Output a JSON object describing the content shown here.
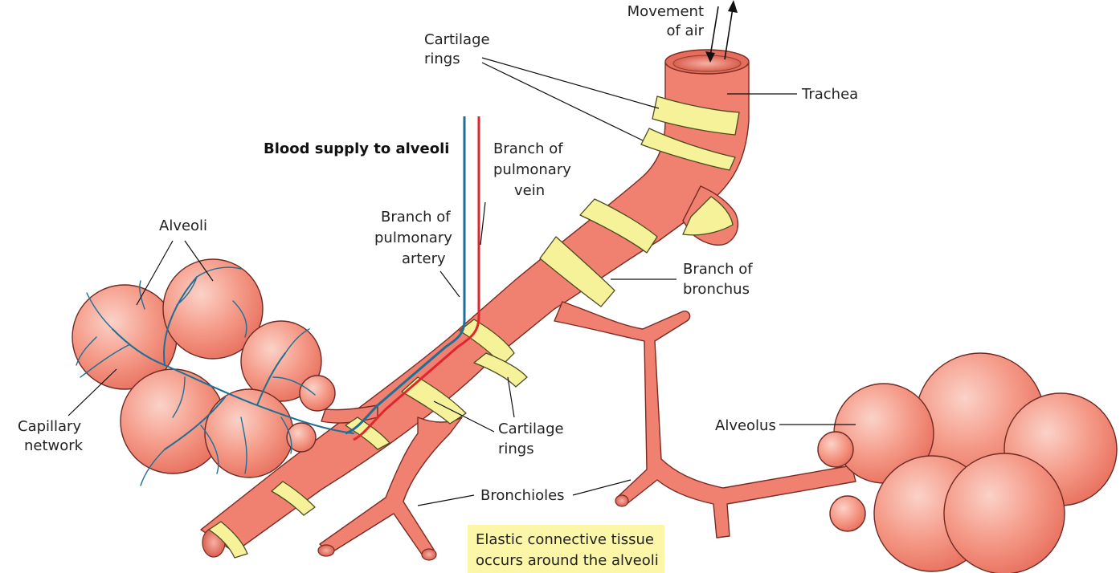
{
  "colors": {
    "tissue": "#f08070",
    "tissue_dark": "#d6604f",
    "cartilage": "#f6f29a",
    "artery": "#1e6f95",
    "vein": "#e0262c",
    "note_background": "#fbf6a8"
  },
  "labels": {
    "movement_line1": "Movement",
    "movement_line2": "of air",
    "cartilage_top_line1": "Cartilage",
    "cartilage_top_line2": "rings",
    "trachea": "Trachea",
    "blood_supply_title": "Blood supply to alveoli",
    "vein_line1": "Branch of",
    "vein_line2": "pulmonary",
    "vein_line3": "vein",
    "artery_line1": "Branch of",
    "artery_line2": "pulmonary",
    "artery_line3": "artery",
    "alveoli": "Alveoli",
    "bronchus_line1": "Branch of",
    "bronchus_line2": "bronchus",
    "capillary_line1": "Capillary",
    "capillary_line2": "network",
    "cartilage_mid_line1": "Cartilage",
    "cartilage_mid_line2": "rings",
    "alveolus": "Alveolus",
    "bronchioles": "Bronchioles",
    "note_line1": "Elastic connective tissue",
    "note_line2": "occurs around the alveoli"
  }
}
